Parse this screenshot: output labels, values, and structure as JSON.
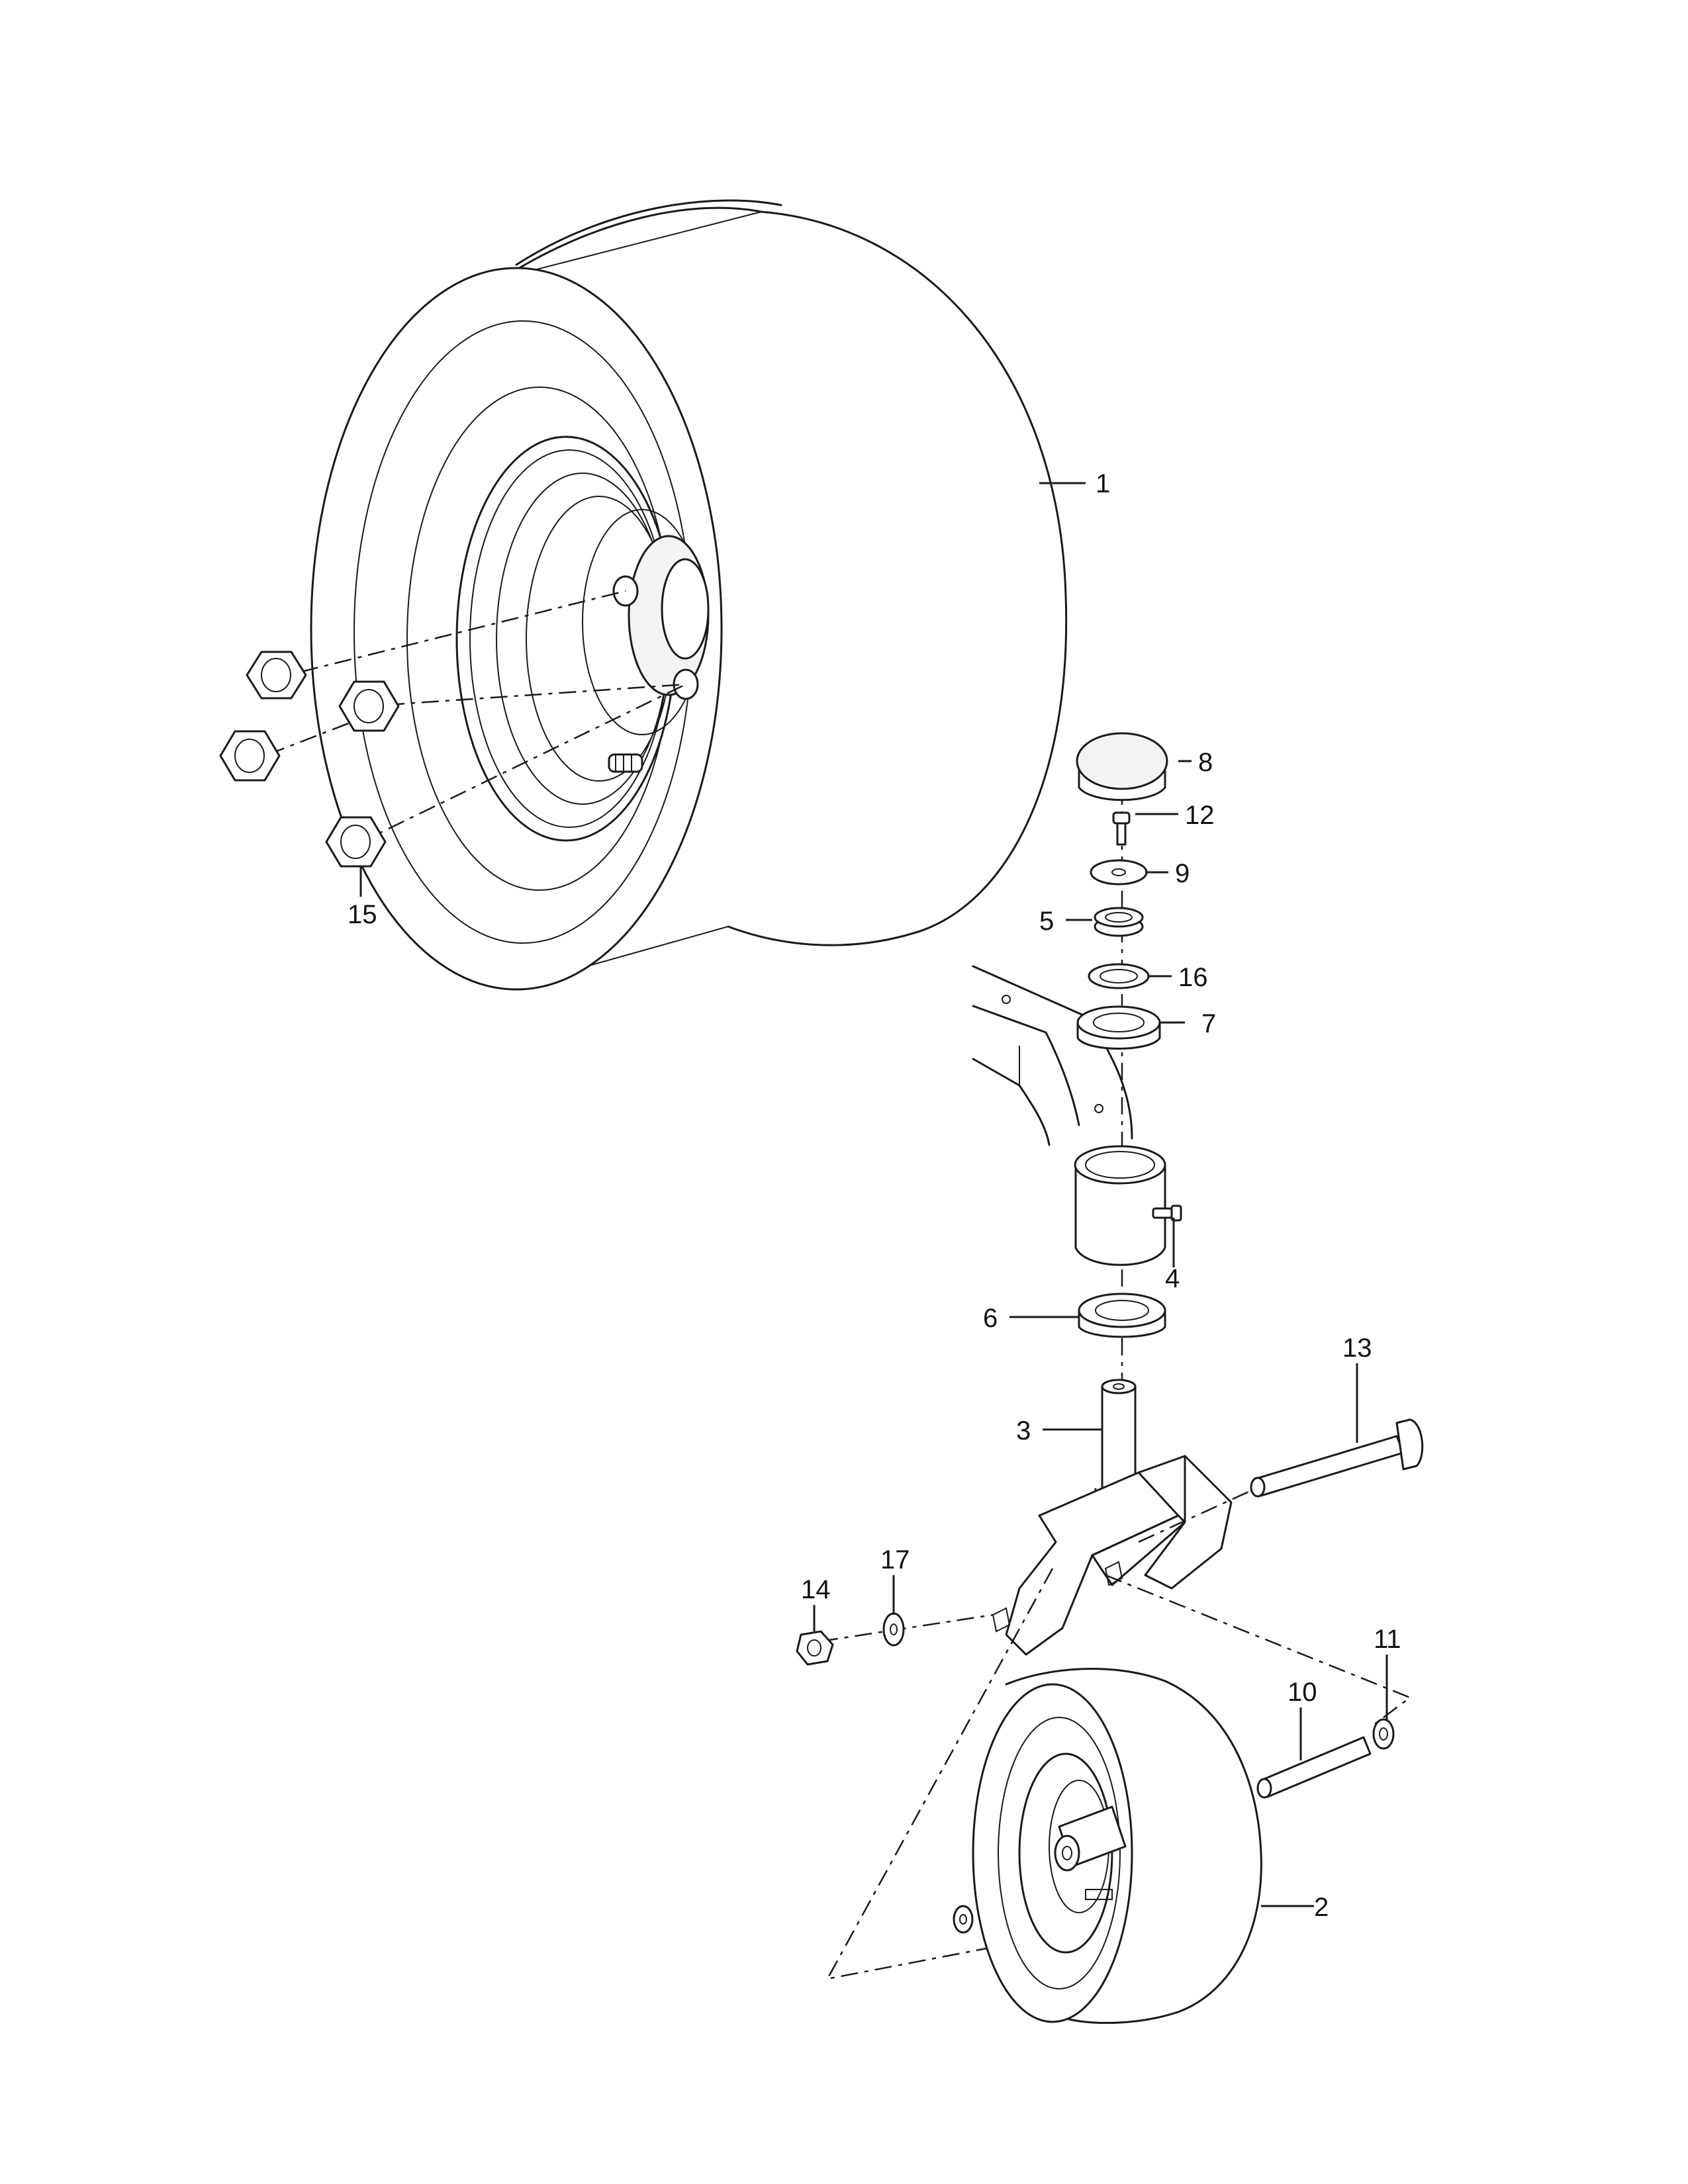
{
  "diagram": {
    "type": "exploded-parts-view",
    "callouts": [
      {
        "id": "c1",
        "label": "1",
        "part": "rear-wheel-assembly"
      },
      {
        "id": "c2",
        "label": "2",
        "part": "caster-wheel"
      },
      {
        "id": "c3",
        "label": "3",
        "part": "caster-yoke-spindle"
      },
      {
        "id": "c4",
        "label": "4",
        "part": "grease-fitting"
      },
      {
        "id": "c5",
        "label": "5",
        "part": "spacer-washers"
      },
      {
        "id": "c6",
        "label": "6",
        "part": "lower-bearing"
      },
      {
        "id": "c7",
        "label": "7",
        "part": "upper-bearing"
      },
      {
        "id": "c8",
        "label": "8",
        "part": "dust-cap"
      },
      {
        "id": "c9",
        "label": "9",
        "part": "washer"
      },
      {
        "id": "c10",
        "label": "10",
        "part": "axle-spacer-tube"
      },
      {
        "id": "c11",
        "label": "11",
        "part": "wheel-spacer"
      },
      {
        "id": "c12",
        "label": "12",
        "part": "bolt"
      },
      {
        "id": "c13",
        "label": "13",
        "part": "caster-bolt"
      },
      {
        "id": "c14",
        "label": "14",
        "part": "lock-nut"
      },
      {
        "id": "c15",
        "label": "15",
        "part": "lug-nuts"
      },
      {
        "id": "c16",
        "label": "16",
        "part": "thrust-washer"
      },
      {
        "id": "c17",
        "label": "17",
        "part": "flat-washer"
      }
    ]
  }
}
